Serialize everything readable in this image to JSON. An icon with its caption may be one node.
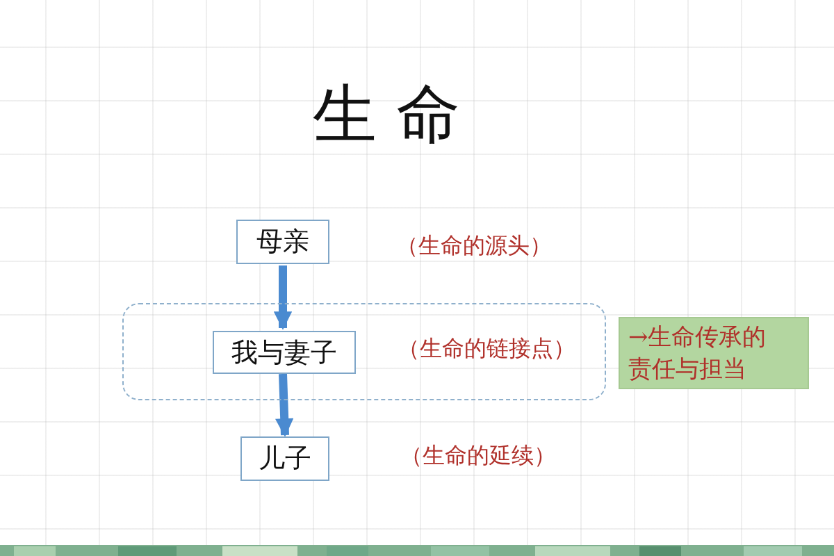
{
  "diagram": {
    "title": "生命",
    "nodes": [
      {
        "text": [
          "母亲"
        ],
        "beside": [
          "（生命的源头）"
        ]
      },
      {
        "text": [],
        "shape": "box"
      },
      {
        "text": [
          "我与妻子"
        ],
        "beside": [
          "（生命的链接点）"
        ],
        "in": 1
      },
      {
        "text": [
          "儿子"
        ],
        "beside": [
          "（生命的延续）"
        ]
      },
      {
        "text": [
          "→生命传承的责任与担当"
        ]
      }
    ],
    "edges": [
      {
        "from": 0,
        "to": 2,
        "arrow": "to"
      },
      {
        "from": 2,
        "to": 3,
        "arrow": "to"
      }
    ]
  }
}
